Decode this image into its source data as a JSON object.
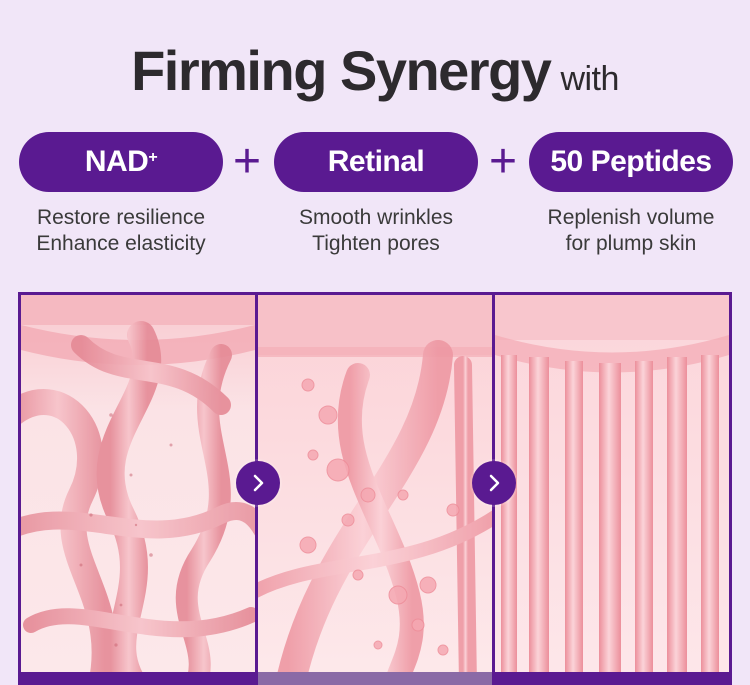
{
  "title": {
    "main": "Firming Synergy",
    "suffix": "with"
  },
  "ingredients": [
    {
      "name": "NAD",
      "superscript": "+",
      "description_line1": "Restore resilience",
      "description_line2": "Enhance elasticity"
    },
    {
      "name": "Retinal",
      "superscript": "",
      "description_line1": "Smooth wrinkles",
      "description_line2": "Tighten pores"
    },
    {
      "name": "50 Peptides",
      "superscript": "",
      "description_line1": "Replenish volume",
      "description_line2": "for plump skin"
    }
  ],
  "plus_symbol": "+",
  "colors": {
    "accent": "#5a1a91",
    "background": "#f1e6f8",
    "panel_pink": "#fbdfe2",
    "fiber_pink": "#f1a3ad"
  },
  "icons": [
    "chevron-right-icon",
    "chevron-right-icon"
  ]
}
